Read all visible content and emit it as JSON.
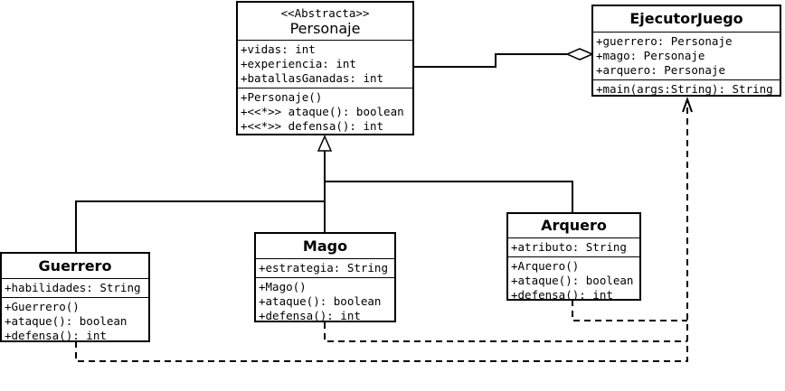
{
  "diagram": {
    "personaje": {
      "stereotype": "<<Abstracta>>",
      "name": "Personaje",
      "attributes": [
        "+vidas: int",
        "+experiencia: int",
        "+batallasGanadas: int"
      ],
      "methods": [
        "+Personaje()",
        "+<<*>> ataque(): boolean",
        "+<<*>> defensa(): int"
      ]
    },
    "ejecutor": {
      "name": "EjecutorJuego",
      "attributes": [
        "+guerrero: Personaje",
        "+mago: Personaje",
        "+arquero: Personaje"
      ],
      "methods": [
        "+main(args:String): String"
      ]
    },
    "guerrero": {
      "name": "Guerrero",
      "attributes": [
        "+habilidades: String"
      ],
      "methods": [
        "+Guerrero()",
        "+ataque(): boolean",
        "+defensa(): int"
      ]
    },
    "mago": {
      "name": "Mago",
      "attributes": [
        "+estrategia: String"
      ],
      "methods": [
        "+Mago()",
        "+ataque(): boolean",
        "+defensa(): int"
      ]
    },
    "arquero": {
      "name": "Arquero",
      "attributes": [
        "+atributo: String"
      ],
      "methods": [
        "+Arquero()",
        "+ataque(): boolean",
        "+defensa(): int"
      ]
    }
  },
  "colors": {
    "line": "#000000",
    "background": "#ffffff"
  }
}
